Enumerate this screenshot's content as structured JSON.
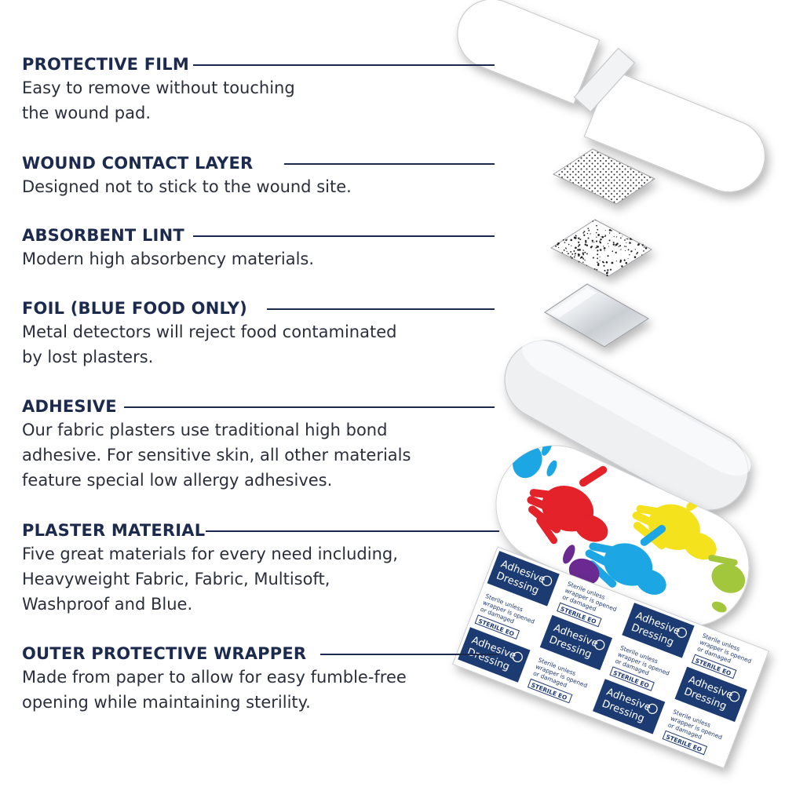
{
  "layers": [
    {
      "title": "PROTECTIVE FILM",
      "desc": "Easy to remove without touching\nthe wound pad."
    },
    {
      "title": "WOUND CONTACT LAYER",
      "desc": "Designed not to stick to the wound site."
    },
    {
      "title": "ABSORBENT LINT",
      "desc": "Modern high absorbency materials."
    },
    {
      "title": "FOIL (BLUE FOOD ONLY)",
      "desc": "Metal detectors will reject food contaminated\nby lost plasters."
    },
    {
      "title": "ADHESIVE",
      "desc": "Our fabric plasters use traditional high bond\nadhesive. For sensitive skin, all other materials\nfeature special low allergy adhesives."
    },
    {
      "title": "PLASTER MATERIAL",
      "desc": "Five great materials for every need including,\nHeavyweight Fabric, Fabric, Multisoft,\nWashproof and Blue."
    },
    {
      "title": "OUTER PROTECTIVE WRAPPER",
      "desc": "Made from paper to allow for easy fumble-free\nopening while maintaining sterility."
    }
  ],
  "wrapper": {
    "brand_lines": [
      "Adhesive",
      "Dressing"
    ],
    "sterile": "STERILE EO",
    "note_lines": [
      "Sterile unless",
      "wrapper is opened",
      "or damaged"
    ]
  },
  "colors": {
    "heading": "#1c2a4e",
    "body_text": "#2a2f3c",
    "wrapper_navy": "#1f3a73",
    "hand_red": "#e4202b",
    "hand_yellow": "#f4e21b",
    "hand_blue": "#1ea7e4",
    "hand_purple": "#6b2c91",
    "hand_green": "#a2c73c"
  }
}
